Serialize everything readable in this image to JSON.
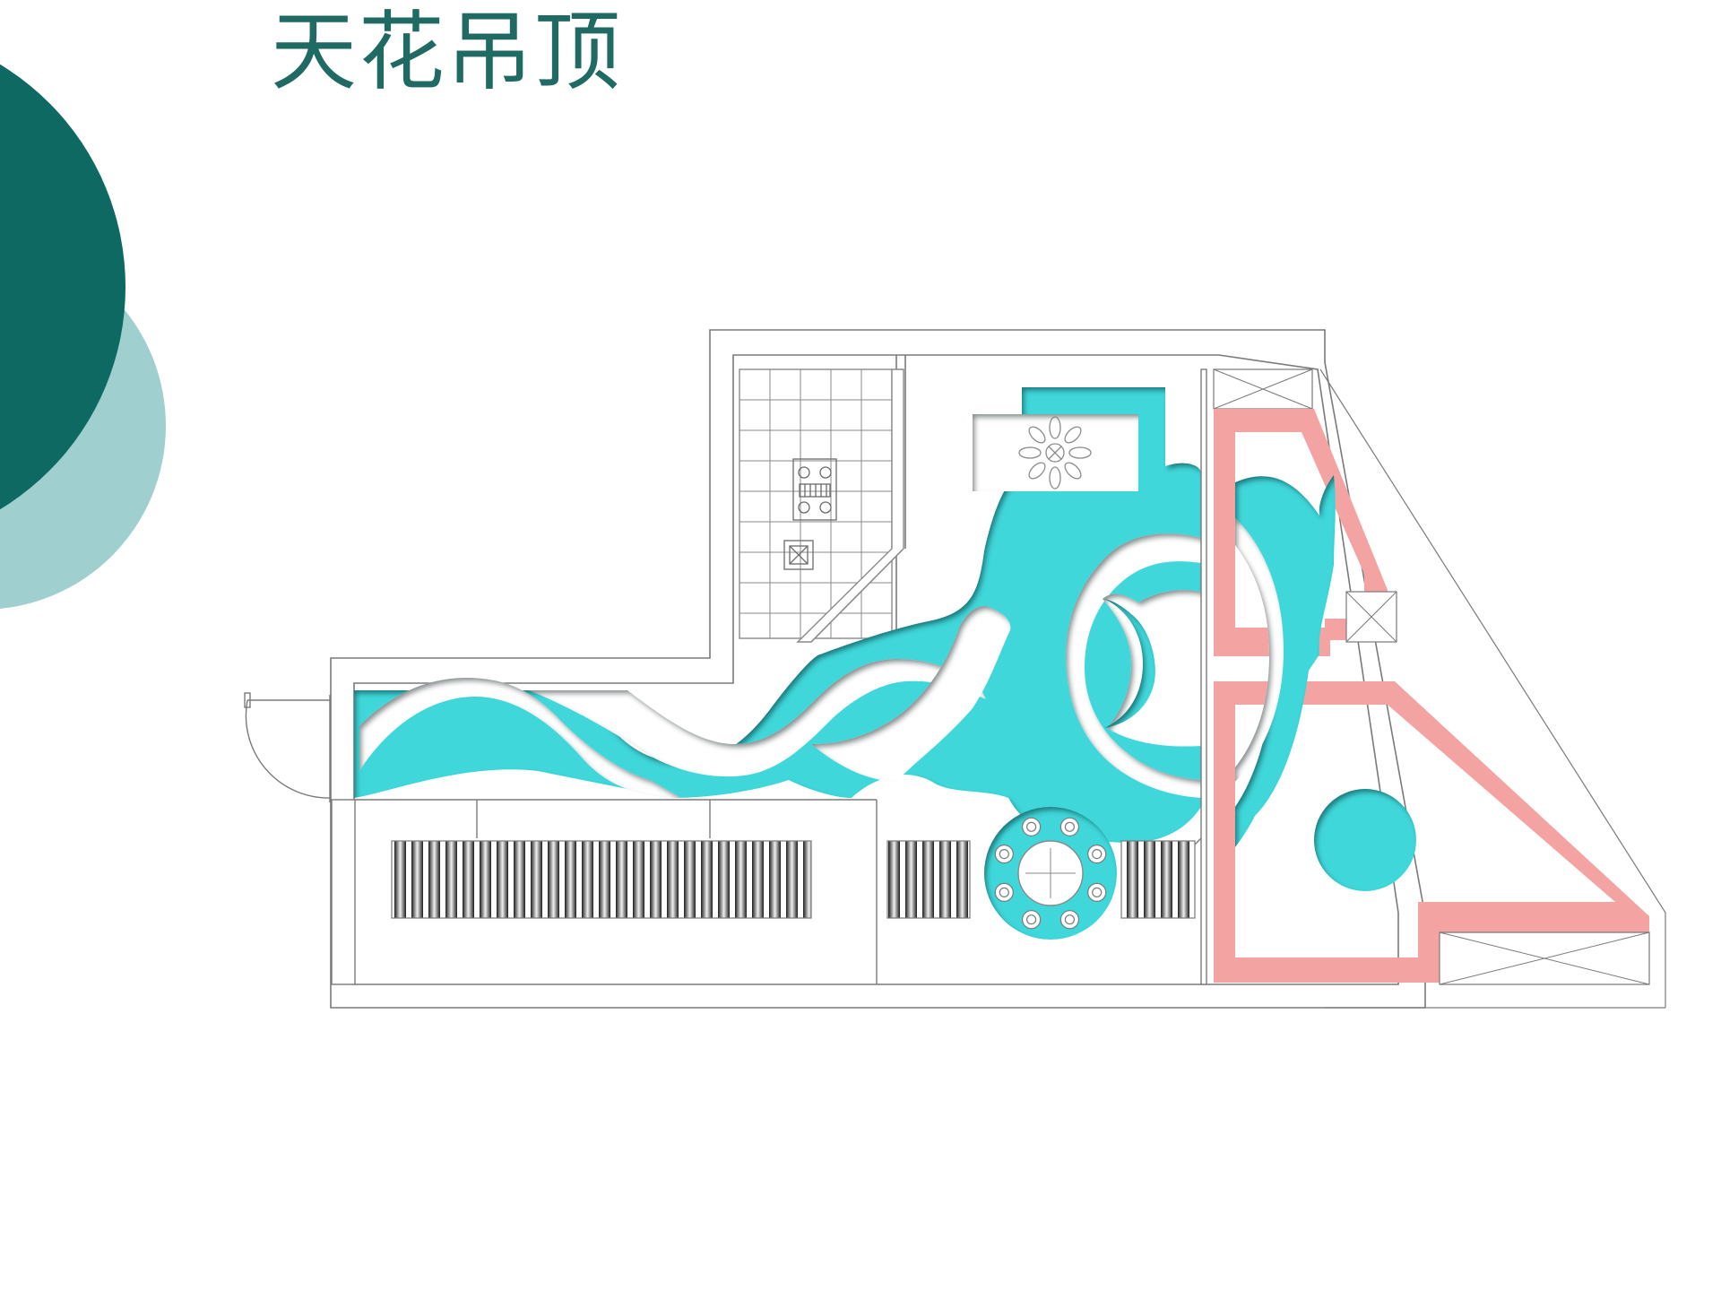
{
  "slide": {
    "title": "天花吊顶"
  },
  "colors": {
    "background": "#ffffff",
    "title": "#1f6a62",
    "circle_dark": "#0e6963",
    "circle_light": "#9fcfcf",
    "ceiling_fill": "#3fd7da",
    "recessed_border": "#f4a3a3",
    "plan_line": "#7a7a7a"
  },
  "plan": {
    "fixtures": {
      "chandelier-icon": "central pendant lamp in rectangular recess",
      "round-chandelier-icon": "round dining pendant with eight lamps",
      "cooktop-icon": "four-burner cooktop",
      "sink-icon": "kitchen sink"
    }
  }
}
